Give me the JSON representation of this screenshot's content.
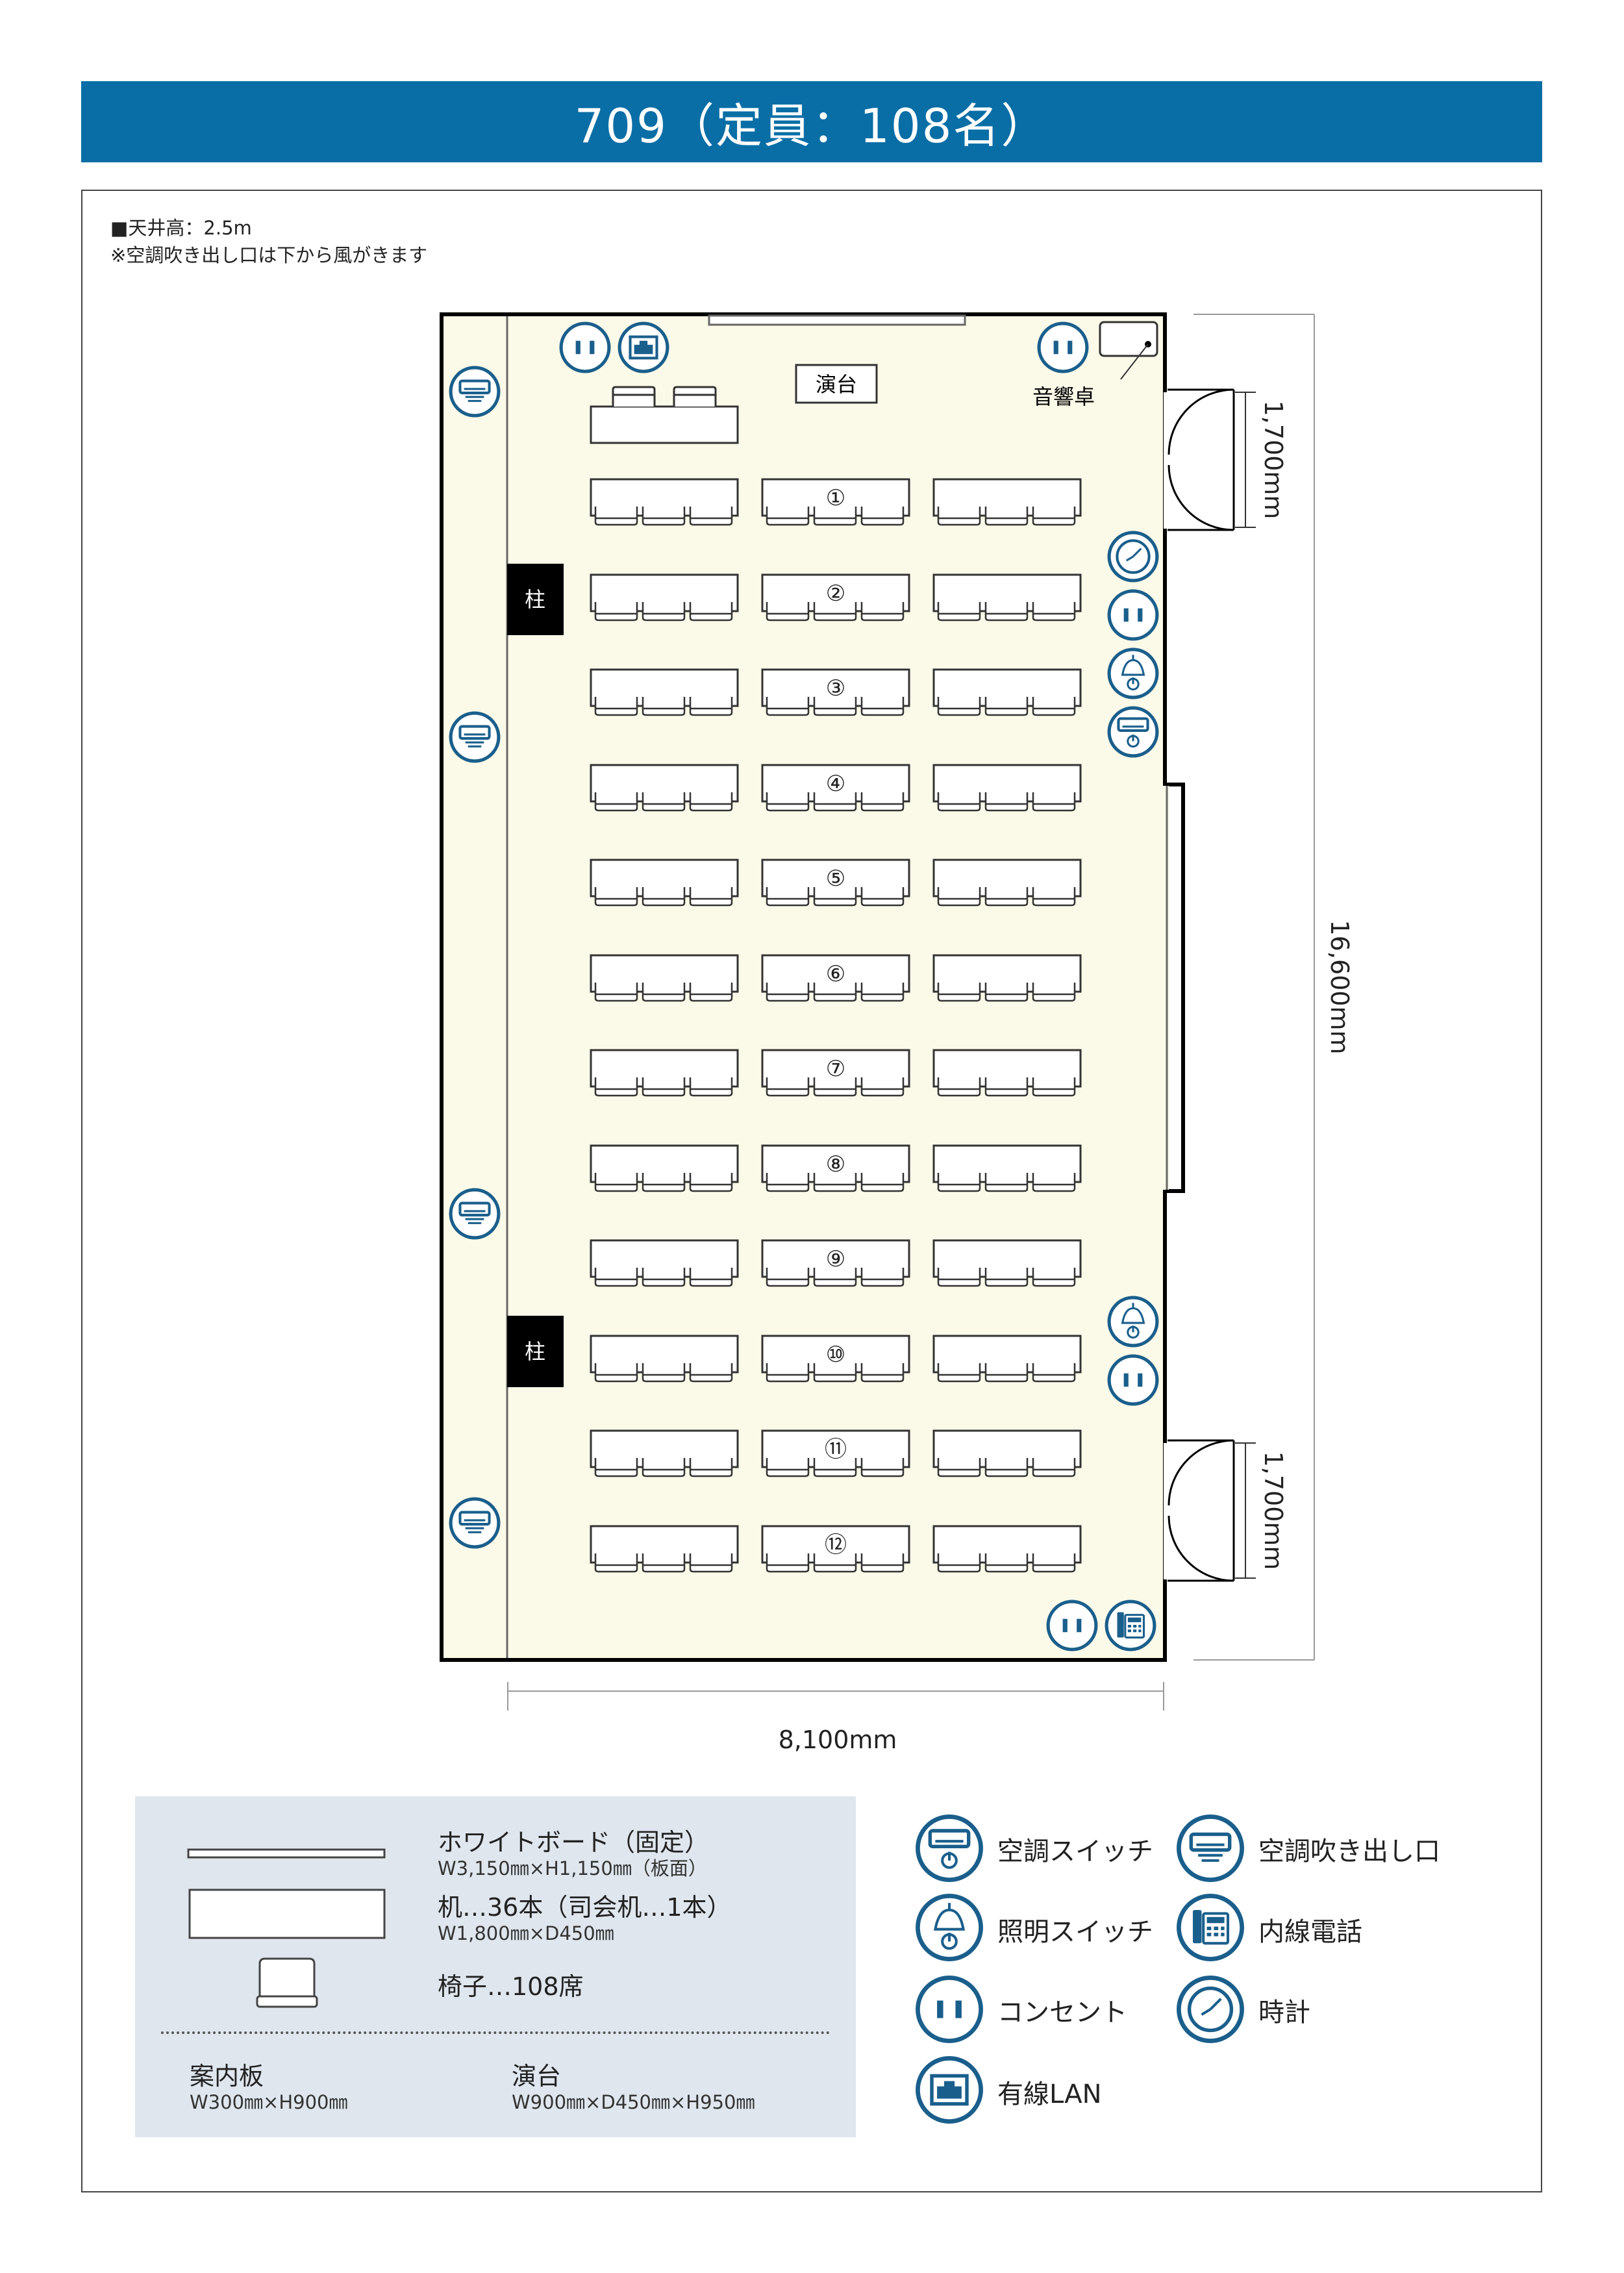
{
  "title": "709（定員：108名）",
  "notes": {
    "ceiling": "■天井高：2.5m",
    "ac": "※空調吹き出し口は下から風がきます"
  },
  "plan": {
    "lectern": "演台",
    "sound_desk": "音響卓",
    "pillar": "柱",
    "row_numbers": [
      "①",
      "②",
      "③",
      "④",
      "⑤",
      "⑥",
      "⑦",
      "⑧",
      "⑨",
      "⑩",
      "⑪",
      "⑫"
    ],
    "dim_width": "8,100mm",
    "dim_length": "16,600mm",
    "dim_door": "1,700mm"
  },
  "legend": {
    "whiteboard": "ホワイトボード（固定）",
    "whiteboard_size": "W3,150㎜×H1,150㎜（板面）",
    "desk": "机…36本（司会机…1本）",
    "desk_size": "W1,800㎜×D450㎜",
    "chair": "椅子…108席",
    "sign": "案内板",
    "sign_size": "W300㎜×H900㎜",
    "lectern": "演台",
    "lectern_size": "W900㎜×D450㎜×H950㎜"
  },
  "icon_legend": {
    "ac_switch": "空調スイッチ",
    "ac_vent": "空調吹き出し口",
    "light_switch": "照明スイッチ",
    "phone": "内線電話",
    "outlet": "コンセント",
    "clock": "時計",
    "lan": "有線LAN"
  },
  "colors": {
    "accent": "#0a6ea6",
    "icon_blue": "#1a5f8c",
    "room_fill": "#fbf9e8",
    "legend_bg": "#dfe6ee"
  }
}
